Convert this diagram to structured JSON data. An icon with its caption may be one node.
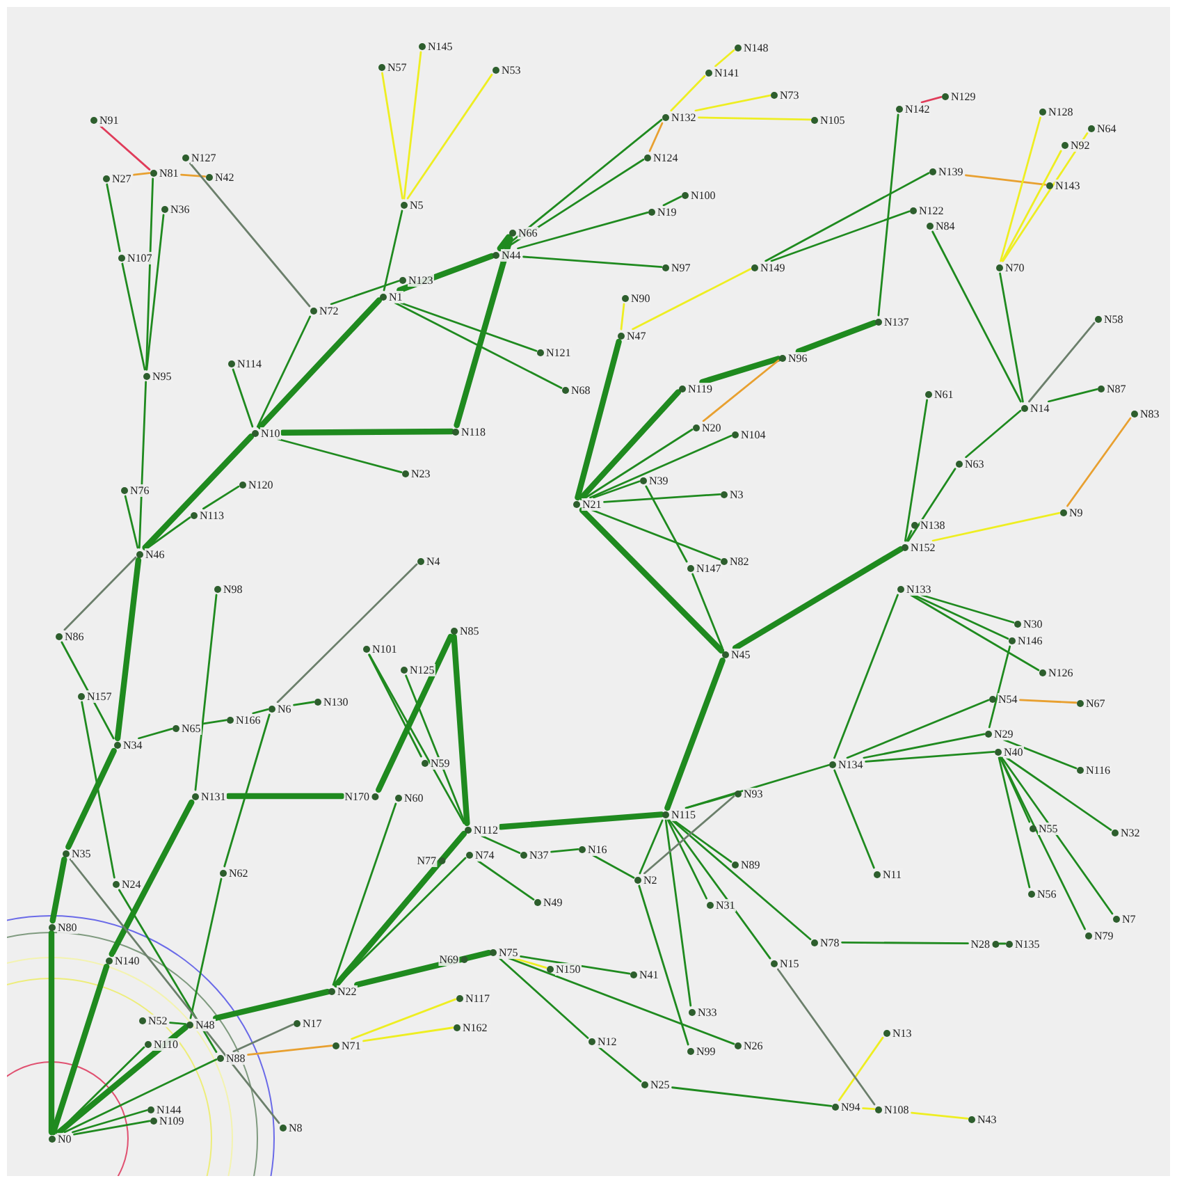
{
  "diagram": {
    "nodes": [
      {
        "text": [
          "N91"
        ]
      },
      {
        "text": [
          "N81"
        ]
      },
      {
        "text": [
          "N27"
        ]
      },
      {
        "text": [
          "N42"
        ]
      },
      {
        "text": [
          "N127"
        ]
      },
      {
        "text": [
          "N36"
        ]
      },
      {
        "text": [
          "N107"
        ]
      },
      {
        "text": [
          "N95"
        ]
      },
      {
        "text": [
          "N57"
        ]
      },
      {
        "text": [
          "N145"
        ]
      },
      {
        "text": [
          "N53"
        ]
      },
      {
        "text": [
          "N5"
        ]
      },
      {
        "text": [
          "N123"
        ]
      },
      {
        "text": [
          "N1"
        ]
      },
      {
        "text": [
          "N72"
        ]
      },
      {
        "text": [
          "N66"
        ]
      },
      {
        "text": [
          "N44"
        ]
      },
      {
        "text": [
          "N121"
        ]
      },
      {
        "text": [
          "N68"
        ]
      },
      {
        "text": [
          "N114"
        ]
      },
      {
        "text": [
          "N10"
        ]
      },
      {
        "text": [
          "N118"
        ]
      },
      {
        "text": [
          "N23"
        ]
      },
      {
        "text": [
          "N76"
        ]
      },
      {
        "text": [
          "N120"
        ]
      },
      {
        "text": [
          "N113"
        ]
      },
      {
        "text": [
          "N46"
        ]
      },
      {
        "text": [
          "N86"
        ]
      },
      {
        "text": [
          "N98"
        ]
      },
      {
        "text": [
          "N4"
        ]
      },
      {
        "text": [
          "N157"
        ]
      },
      {
        "text": [
          "N34"
        ]
      },
      {
        "text": [
          "N65"
        ]
      },
      {
        "text": [
          "N166"
        ]
      },
      {
        "text": [
          "N6"
        ]
      },
      {
        "text": [
          "N130"
        ]
      },
      {
        "text": [
          "N101"
        ]
      },
      {
        "text": [
          "N125"
        ]
      },
      {
        "text": [
          "N85"
        ]
      },
      {
        "text": [
          "N59"
        ]
      },
      {
        "text": [
          "N131"
        ]
      },
      {
        "text": [
          "N170"
        ]
      },
      {
        "text": [
          "N60"
        ]
      },
      {
        "text": [
          "N35"
        ]
      },
      {
        "text": [
          "N24"
        ]
      },
      {
        "text": [
          "N62"
        ]
      },
      {
        "text": [
          "N80"
        ]
      },
      {
        "text": [
          "N140"
        ]
      },
      {
        "text": [
          "N112"
        ]
      },
      {
        "text": [
          "N77"
        ]
      },
      {
        "text": [
          "N74"
        ]
      },
      {
        "text": [
          "N37"
        ]
      },
      {
        "text": [
          "N16"
        ]
      },
      {
        "text": [
          "N49"
        ]
      },
      {
        "text": [
          "N22"
        ]
      },
      {
        "text": [
          "N69"
        ]
      },
      {
        "text": [
          "N75"
        ]
      },
      {
        "text": [
          "N150"
        ]
      },
      {
        "text": [
          "N41"
        ]
      },
      {
        "text": [
          "N117"
        ]
      },
      {
        "text": [
          "N162"
        ]
      },
      {
        "text": [
          "N17"
        ]
      },
      {
        "text": [
          "N71"
        ]
      },
      {
        "text": [
          "N52"
        ]
      },
      {
        "text": [
          "N110"
        ]
      },
      {
        "text": [
          "N48"
        ]
      },
      {
        "text": [
          "N88"
        ]
      },
      {
        "text": [
          "N144"
        ]
      },
      {
        "text": [
          "N109"
        ]
      },
      {
        "text": [
          "N8"
        ]
      },
      {
        "text": [
          "N0"
        ]
      },
      {
        "text": [
          "N12"
        ]
      },
      {
        "text": [
          "N25"
        ]
      },
      {
        "text": [
          "N94"
        ]
      },
      {
        "text": [
          "N108"
        ]
      },
      {
        "text": [
          "N43"
        ]
      },
      {
        "text": [
          "N13"
        ]
      },
      {
        "text": [
          "N33"
        ]
      },
      {
        "text": [
          "N99"
        ]
      },
      {
        "text": [
          "N26"
        ]
      },
      {
        "text": [
          "N15"
        ]
      },
      {
        "text": [
          "N78"
        ]
      },
      {
        "text": [
          "N28"
        ]
      },
      {
        "text": [
          "N135"
        ]
      },
      {
        "text": [
          "N31"
        ]
      },
      {
        "text": [
          "N89"
        ]
      },
      {
        "text": [
          "N2"
        ]
      },
      {
        "text": [
          "N93"
        ]
      },
      {
        "text": [
          "N115"
        ]
      },
      {
        "text": [
          "N11"
        ]
      },
      {
        "text": [
          "N134"
        ]
      },
      {
        "text": [
          "N133"
        ]
      },
      {
        "text": [
          "N30"
        ]
      },
      {
        "text": [
          "N146"
        ]
      },
      {
        "text": [
          "N126"
        ]
      },
      {
        "text": [
          "N54"
        ]
      },
      {
        "text": [
          "N67"
        ]
      },
      {
        "text": [
          "N29"
        ]
      },
      {
        "text": [
          "N40"
        ]
      },
      {
        "text": [
          "N116"
        ]
      },
      {
        "text": [
          "N55"
        ]
      },
      {
        "text": [
          "N32"
        ]
      },
      {
        "text": [
          "N56"
        ]
      },
      {
        "text": [
          "N7"
        ]
      },
      {
        "text": [
          "N79"
        ]
      },
      {
        "text": [
          "N45"
        ]
      },
      {
        "text": [
          "N147"
        ]
      },
      {
        "text": [
          "N82"
        ]
      },
      {
        "text": [
          "N39"
        ]
      },
      {
        "text": [
          "N3"
        ]
      },
      {
        "text": [
          "N104"
        ]
      },
      {
        "text": [
          "N20"
        ]
      },
      {
        "text": [
          "N21"
        ]
      },
      {
        "text": [
          "N119"
        ]
      },
      {
        "text": [
          "N96"
        ]
      },
      {
        "text": [
          "N47"
        ]
      },
      {
        "text": [
          "N90"
        ]
      },
      {
        "text": [
          "N137"
        ]
      },
      {
        "text": [
          "N149"
        ]
      },
      {
        "text": [
          "N122"
        ]
      },
      {
        "text": [
          "N139"
        ]
      },
      {
        "text": [
          "N84"
        ]
      },
      {
        "text": [
          "N143"
        ]
      },
      {
        "text": [
          "N142"
        ]
      },
      {
        "text": [
          "N129"
        ]
      },
      {
        "text": [
          "N128"
        ]
      },
      {
        "text": [
          "N92"
        ]
      },
      {
        "text": [
          "N64"
        ]
      },
      {
        "text": [
          "N70"
        ]
      },
      {
        "text": [
          "N58"
        ]
      },
      {
        "text": [
          "N14"
        ]
      },
      {
        "text": [
          "N87"
        ]
      },
      {
        "text": [
          "N83"
        ]
      },
      {
        "text": [
          "N63"
        ]
      },
      {
        "text": [
          "N138"
        ]
      },
      {
        "text": [
          "N152"
        ]
      },
      {
        "text": [
          "N9"
        ]
      },
      {
        "text": [
          "N61"
        ]
      },
      {
        "text": [
          "N124"
        ]
      },
      {
        "text": [
          "N132"
        ]
      },
      {
        "text": [
          "N141"
        ]
      },
      {
        "text": [
          "N148"
        ]
      },
      {
        "text": [
          "N73"
        ]
      },
      {
        "text": [
          "N105"
        ]
      },
      {
        "text": [
          "N100"
        ]
      },
      {
        "text": [
          "N19"
        ]
      },
      {
        "text": [
          "N97"
        ]
      }
    ],
    "edges": [
      {
        "from": 70,
        "to": 46,
        "arrow": "none",
        "style": "thick"
      },
      {
        "from": 46,
        "to": 43,
        "arrow": "none",
        "style": "thick"
      },
      {
        "from": 43,
        "to": 31,
        "arrow": "none",
        "style": "thick"
      },
      {
        "from": 31,
        "to": 26,
        "arrow": "none",
        "style": "thick"
      },
      {
        "from": 26,
        "to": 20,
        "arrow": "none",
        "style": "thick"
      },
      {
        "from": 20,
        "to": 13,
        "arrow": "none",
        "style": "thick"
      },
      {
        "from": 13,
        "to": 16,
        "arrow": "none",
        "style": "thick"
      },
      {
        "from": 16,
        "to": 15,
        "arrow": "none",
        "style": "thick"
      },
      {
        "from": 20,
        "to": 21,
        "arrow": "none",
        "style": "thick"
      },
      {
        "from": 21,
        "to": 15,
        "arrow": "none",
        "style": "thick"
      },
      {
        "from": 70,
        "to": 47,
        "arrow": "none",
        "style": "thick"
      },
      {
        "from": 47,
        "to": 40,
        "arrow": "none",
        "style": "thick"
      },
      {
        "from": 40,
        "to": 41,
        "arrow": "none",
        "style": "thick"
      },
      {
        "from": 41,
        "to": 38,
        "arrow": "none",
        "style": "thick"
      },
      {
        "from": 38,
        "to": 48,
        "arrow": "none",
        "style": "thick"
      },
      {
        "from": 70,
        "to": 65,
        "arrow": "none",
        "style": "thick"
      },
      {
        "from": 65,
        "to": 54,
        "arrow": "none",
        "style": "thick"
      },
      {
        "from": 54,
        "to": 48,
        "arrow": "none",
        "style": "thick"
      },
      {
        "from": 54,
        "to": 56,
        "arrow": "none",
        "style": "thick"
      },
      {
        "from": 48,
        "to": 88,
        "arrow": "none",
        "style": "thick"
      },
      {
        "from": 88,
        "to": 105,
        "arrow": "none",
        "style": "thick"
      },
      {
        "from": 105,
        "to": 112,
        "arrow": "none",
        "style": "thick"
      },
      {
        "from": 112,
        "to": 115,
        "arrow": "none",
        "style": "thick"
      },
      {
        "from": 105,
        "to": 135,
        "arrow": "none",
        "style": "thick"
      },
      {
        "from": 112,
        "to": 113,
        "arrow": "none",
        "style": "thick"
      },
      {
        "from": 113,
        "to": 114,
        "arrow": "none",
        "style": "thick"
      },
      {
        "from": 114,
        "to": 117,
        "arrow": "none",
        "style": "thick"
      },
      {
        "from": 26,
        "to": 7,
        "arrow": "none"
      },
      {
        "from": 7,
        "to": 1,
        "arrow": "none"
      },
      {
        "from": 2,
        "to": 6,
        "arrow": "none"
      },
      {
        "from": 6,
        "to": 7,
        "arrow": "none"
      },
      {
        "from": 5,
        "to": 7,
        "arrow": "none"
      },
      {
        "from": 1,
        "to": 0,
        "arrow": "none",
        "color": "#e03c5a"
      },
      {
        "from": 2,
        "to": 1,
        "arrow": "none",
        "color": "#e8a030"
      },
      {
        "from": 1,
        "to": 3,
        "arrow": "none",
        "color": "#e8a030"
      },
      {
        "from": 4,
        "to": 14,
        "arrow": "none",
        "color": "#6b7f6b"
      },
      {
        "from": 26,
        "to": 23,
        "arrow": "none"
      },
      {
        "from": 26,
        "to": 25,
        "arrow": "none"
      },
      {
        "from": 25,
        "to": 24,
        "arrow": "none"
      },
      {
        "from": 27,
        "to": 26,
        "arrow": "none",
        "color": "#6b7f6b"
      },
      {
        "from": 27,
        "to": 31,
        "arrow": "none"
      },
      {
        "from": 30,
        "to": 44,
        "arrow": "none"
      },
      {
        "from": 31,
        "to": 32,
        "arrow": "none"
      },
      {
        "from": 32,
        "to": 33,
        "arrow": "none"
      },
      {
        "from": 33,
        "to": 34,
        "arrow": "none"
      },
      {
        "from": 34,
        "to": 35,
        "arrow": "none"
      },
      {
        "from": 34,
        "to": 29,
        "arrow": "none",
        "color": "#6b7f6b"
      },
      {
        "from": 34,
        "to": 45,
        "arrow": "none"
      },
      {
        "from": 45,
        "to": 65,
        "arrow": "none"
      },
      {
        "from": 28,
        "to": 40,
        "arrow": "none"
      },
      {
        "from": 54,
        "to": 42,
        "arrow": "none"
      },
      {
        "from": 54,
        "to": 50,
        "arrow": "none"
      },
      {
        "from": 48,
        "to": 36,
        "arrow": "none"
      },
      {
        "from": 48,
        "to": 37,
        "arrow": "none"
      },
      {
        "from": 36,
        "to": 39,
        "arrow": "none"
      },
      {
        "from": 48,
        "to": 51,
        "arrow": "none"
      },
      {
        "from": 51,
        "to": 52,
        "arrow": "none"
      },
      {
        "from": 50,
        "to": 53,
        "arrow": "none"
      },
      {
        "from": 48,
        "to": 49,
        "arrow": "none"
      },
      {
        "from": 55,
        "to": 56,
        "arrow": "none"
      },
      {
        "from": 56,
        "to": 57,
        "arrow": "none",
        "color": "#eeee22"
      },
      {
        "from": 56,
        "to": 58,
        "arrow": "none"
      },
      {
        "from": 56,
        "to": 79,
        "arrow": "none"
      },
      {
        "from": 56,
        "to": 71,
        "arrow": "none"
      },
      {
        "from": 71,
        "to": 72,
        "arrow": "none"
      },
      {
        "from": 72,
        "to": 73,
        "arrow": "none"
      },
      {
        "from": 73,
        "to": 76,
        "arrow": "none",
        "color": "#eeee22"
      },
      {
        "from": 73,
        "to": 74,
        "arrow": "none",
        "color": "#eeee22"
      },
      {
        "from": 74,
        "to": 75,
        "arrow": "none",
        "color": "#eeee22"
      },
      {
        "from": 80,
        "to": 74,
        "arrow": "none",
        "color": "#6b7f6b"
      },
      {
        "from": 66,
        "to": 62,
        "arrow": "none",
        "color": "#e8a030"
      },
      {
        "from": 62,
        "to": 59,
        "arrow": "none",
        "color": "#eeee22"
      },
      {
        "from": 62,
        "to": 60,
        "arrow": "none",
        "color": "#eeee22"
      },
      {
        "from": 66,
        "to": 61,
        "arrow": "none",
        "color": "#6b7f6b"
      },
      {
        "from": 65,
        "to": 63,
        "arrow": "none"
      },
      {
        "from": 70,
        "to": 64,
        "arrow": "none"
      },
      {
        "from": 70,
        "to": 67,
        "arrow": "none"
      },
      {
        "from": 70,
        "to": 68,
        "arrow": "none"
      },
      {
        "from": 70,
        "to": 66,
        "arrow": "none"
      },
      {
        "from": 44,
        "to": 66,
        "arrow": "none"
      },
      {
        "from": 43,
        "to": 69,
        "arrow": "none",
        "color": "#6b7f6b"
      },
      {
        "from": 88,
        "to": 90,
        "arrow": "none"
      },
      {
        "from": 90,
        "to": 91,
        "arrow": "none"
      },
      {
        "from": 91,
        "to": 92,
        "arrow": "none"
      },
      {
        "from": 91,
        "to": 93,
        "arrow": "none"
      },
      {
        "from": 91,
        "to": 94,
        "arrow": "none"
      },
      {
        "from": 90,
        "to": 95,
        "arrow": "none"
      },
      {
        "from": 95,
        "to": 96,
        "arrow": "none",
        "color": "#e8a030"
      },
      {
        "from": 90,
        "to": 97,
        "arrow": "none"
      },
      {
        "from": 90,
        "to": 98,
        "arrow": "none"
      },
      {
        "from": 93,
        "to": 97,
        "arrow": "none"
      },
      {
        "from": 97,
        "to": 99,
        "arrow": "none"
      },
      {
        "from": 98,
        "to": 100,
        "arrow": "none"
      },
      {
        "from": 98,
        "to": 101,
        "arrow": "none"
      },
      {
        "from": 98,
        "to": 102,
        "arrow": "none"
      },
      {
        "from": 98,
        "to": 103,
        "arrow": "none"
      },
      {
        "from": 98,
        "to": 104,
        "arrow": "none"
      },
      {
        "from": 90,
        "to": 89,
        "arrow": "none"
      },
      {
        "from": 88,
        "to": 87,
        "arrow": "none"
      },
      {
        "from": 88,
        "to": 86,
        "arrow": "none"
      },
      {
        "from": 88,
        "to": 85,
        "arrow": "none"
      },
      {
        "from": 88,
        "to": 84,
        "arrow": "none"
      },
      {
        "from": 88,
        "to": 77,
        "arrow": "none"
      },
      {
        "from": 88,
        "to": 80,
        "arrow": "none"
      },
      {
        "from": 88,
        "to": 81,
        "arrow": "none"
      },
      {
        "from": 81,
        "to": 82,
        "arrow": "none"
      },
      {
        "from": 82,
        "to": 83,
        "arrow": "none"
      },
      {
        "from": 86,
        "to": 78,
        "arrow": "none"
      },
      {
        "from": 86,
        "to": 52,
        "arrow": "none"
      },
      {
        "from": 87,
        "to": 86,
        "arrow": "none",
        "color": "#6b7f6b"
      },
      {
        "from": 112,
        "to": 111,
        "arrow": "none"
      },
      {
        "from": 112,
        "to": 110,
        "arrow": "none"
      },
      {
        "from": 112,
        "to": 108,
        "arrow": "none"
      },
      {
        "from": 112,
        "to": 109,
        "arrow": "none"
      },
      {
        "from": 112,
        "to": 107,
        "arrow": "none"
      },
      {
        "from": 108,
        "to": 106,
        "arrow": "none"
      },
      {
        "from": 106,
        "to": 105,
        "arrow": "none"
      },
      {
        "from": 111,
        "to": 114,
        "arrow": "none",
        "color": "#e8a030"
      },
      {
        "from": 117,
        "to": 123,
        "arrow": "none"
      },
      {
        "from": 123,
        "to": 124,
        "arrow": "none",
        "color": "#e03c5a"
      },
      {
        "from": 115,
        "to": 116,
        "arrow": "none",
        "color": "#eeee22"
      },
      {
        "from": 115,
        "to": 118,
        "arrow": "none",
        "color": "#eeee22"
      },
      {
        "from": 118,
        "to": 120,
        "arrow": "none"
      },
      {
        "from": 118,
        "to": 119,
        "arrow": "none"
      },
      {
        "from": 120,
        "to": 122,
        "arrow": "none",
        "color": "#e8a030"
      },
      {
        "from": 128,
        "to": 125,
        "arrow": "none",
        "color": "#eeee22"
      },
      {
        "from": 128,
        "to": 126,
        "arrow": "none",
        "color": "#eeee22"
      },
      {
        "from": 128,
        "to": 127,
        "arrow": "none",
        "color": "#eeee22"
      },
      {
        "from": 128,
        "to": 130,
        "arrow": "none"
      },
      {
        "from": 121,
        "to": 130,
        "arrow": "none"
      },
      {
        "from": 130,
        "to": 129,
        "arrow": "none",
        "color": "#6b7f6b"
      },
      {
        "from": 130,
        "to": 131,
        "arrow": "none"
      },
      {
        "from": 130,
        "to": 133,
        "arrow": "none"
      },
      {
        "from": 133,
        "to": 135,
        "arrow": "none"
      },
      {
        "from": 137,
        "to": 135,
        "arrow": "none"
      },
      {
        "from": 135,
        "to": 134,
        "arrow": "none"
      },
      {
        "from": 135,
        "to": 136,
        "arrow": "none",
        "color": "#eeee22"
      },
      {
        "from": 136,
        "to": 132,
        "arrow": "none",
        "color": "#e8a030"
      },
      {
        "from": 20,
        "to": 14,
        "arrow": "none"
      },
      {
        "from": 14,
        "to": 12,
        "arrow": "none"
      },
      {
        "from": 13,
        "to": 11,
        "arrow": "none"
      },
      {
        "from": 11,
        "to": 8,
        "arrow": "none",
        "color": "#eeee22"
      },
      {
        "from": 11,
        "to": 9,
        "arrow": "none",
        "color": "#eeee22"
      },
      {
        "from": 11,
        "to": 10,
        "arrow": "none",
        "color": "#eeee22"
      },
      {
        "from": 16,
        "to": 139,
        "arrow": "none"
      },
      {
        "from": 16,
        "to": 145,
        "arrow": "none"
      },
      {
        "from": 145,
        "to": 144,
        "arrow": "none"
      },
      {
        "from": 16,
        "to": 146,
        "arrow": "none"
      },
      {
        "from": 13,
        "to": 17,
        "arrow": "none"
      },
      {
        "from": 13,
        "to": 18,
        "arrow": "none"
      },
      {
        "from": 20,
        "to": 22,
        "arrow": "none"
      },
      {
        "from": 19,
        "to": 20,
        "arrow": "none"
      },
      {
        "from": 139,
        "to": 138,
        "arrow": "none",
        "color": "#e8a030"
      },
      {
        "from": 139,
        "to": 140,
        "arrow": "none",
        "color": "#eeee22"
      },
      {
        "from": 140,
        "to": 141,
        "arrow": "none",
        "color": "#eeee22"
      },
      {
        "from": 139,
        "to": 142,
        "arrow": "none",
        "color": "#eeee22"
      },
      {
        "from": 139,
        "to": 143,
        "arrow": "none",
        "color": "#eeee22"
      },
      {
        "from": 138,
        "to": 16,
        "arrow": "none"
      }
    ]
  }
}
